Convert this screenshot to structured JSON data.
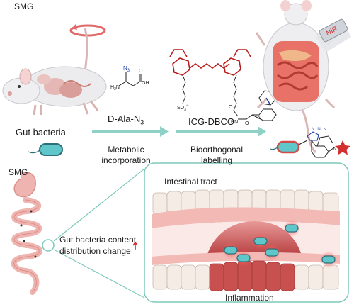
{
  "top_panel": {
    "model_label": "SMG",
    "source_label": "Gut bacteria",
    "probe1_label": "D-Ala-N",
    "probe1_subscript": "3",
    "probe2_label": "ICG-DBCO",
    "step1_line1": "Metabolic",
    "step1_line2": "incorporation",
    "step2_line1": "Bioorthogonal",
    "step2_line2": "labelling",
    "nir_label": "NIR",
    "chem_labels": {
      "n3": "N",
      "n3_sub": "3",
      "h2n": "H",
      "h2n_sub": "2",
      "h2n_n": "N",
      "carbonyl_o": "O",
      "hydroxyl": "OH",
      "so3": "SO",
      "so3_sub": "3",
      "so3_charge": "−",
      "amide_o1": "O",
      "amide_o2": "O",
      "amide_nh": "H",
      "amide_n": "N",
      "dbco_n": "N",
      "triazole_n1": "N",
      "triazole_n2": "N",
      "triazole_n3": "N",
      "labelled_n": "N"
    }
  },
  "bottom_panel": {
    "model_label": "SMG",
    "annotation_line1": "Gut bacteria content",
    "annotation_line2": "distribution change",
    "region_top_label": "Intestinal tract",
    "region_bottom_label": "Inflammation"
  },
  "colors": {
    "arrow": "#8fd1c7",
    "panel_border": "#7fc8bb",
    "probe_red": "#b71c1c",
    "bacteria_body": "#5fc6c9",
    "bacteria_rim": "#2f6f78",
    "tissue_pink": "#f2b9b5",
    "inflamed": "#b5393a",
    "star": "#d32f2f"
  }
}
